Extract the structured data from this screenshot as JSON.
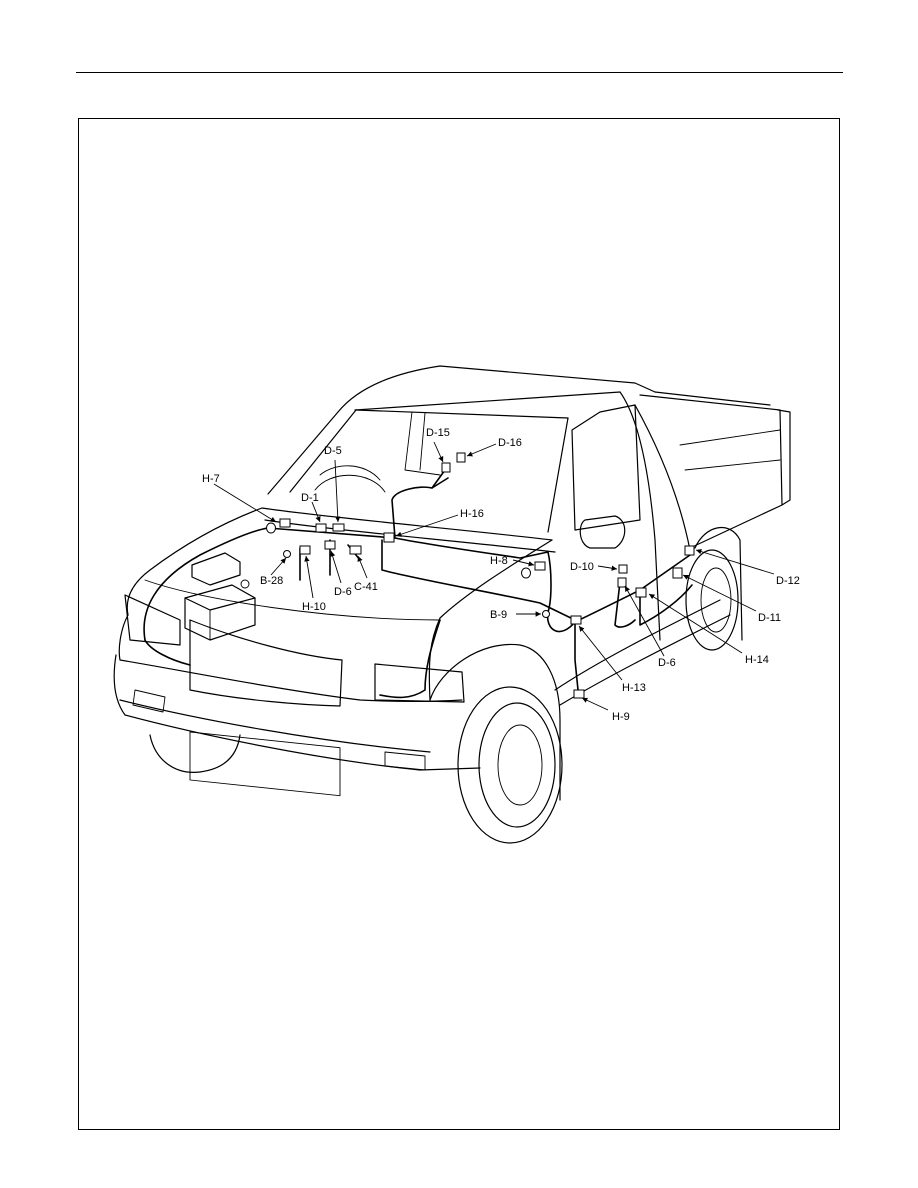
{
  "labels": {
    "h7": "H-7",
    "d1": "D-1",
    "d5": "D-5",
    "d15": "D-15",
    "d16": "D-16",
    "h16": "H-16",
    "b28": "B-28",
    "h10": "H-10",
    "d6_front": "D-6",
    "c41": "C-41",
    "h8": "H-8",
    "d10": "D-10",
    "d12": "D-12",
    "d11": "D-11",
    "b9": "B-9",
    "d6_door": "D-6",
    "h14": "H-14",
    "h13": "H-13",
    "h9": "H-9"
  }
}
